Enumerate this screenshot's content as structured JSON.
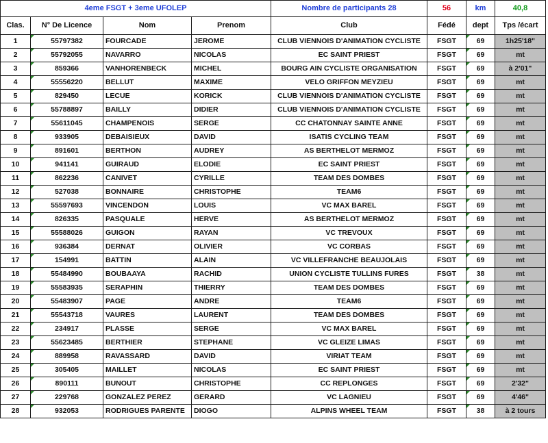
{
  "header": {
    "race": "4eme FSGT + 3eme UFOLEP",
    "participants": "Nombre de participants 28",
    "distance": "56",
    "unit": "km",
    "speed": "40,8"
  },
  "columns": [
    "Clas.",
    "N° De Licence",
    "Nom",
    "Prenom",
    "Club",
    "Fédé",
    "dept",
    "Tps /écart"
  ],
  "rows": [
    {
      "clas": "1",
      "licence": "55797382",
      "nom": "FOURCADE",
      "prenom": "JEROME",
      "club": "CLUB VIENNOIS D'ANIMATION CYCLISTE",
      "fede": "FSGT",
      "dept": "69",
      "temps": "1h25'18\"",
      "style": ""
    },
    {
      "clas": "2",
      "licence": "55792055",
      "nom": "NAVARRO",
      "prenom": "NICOLAS",
      "club": "EC SAINT PRIEST",
      "fede": "FSGT",
      "dept": "69",
      "temps": "mt",
      "style": ""
    },
    {
      "clas": "3",
      "licence": "859366",
      "nom": "VANHORENBECK",
      "prenom": "MICHEL",
      "club": "BOURG AIN CYCLISTE ORGANISATION",
      "fede": "FSGT",
      "dept": "69",
      "temps": "à 2'01\"",
      "style": ""
    },
    {
      "clas": "4",
      "licence": "55556220",
      "nom": "BELLUT",
      "prenom": "MAXIME",
      "club": "VELO GRIFFON MEYZIEU",
      "fede": "FSGT",
      "dept": "69",
      "temps": "mt",
      "style": ""
    },
    {
      "clas": "5",
      "licence": "829450",
      "nom": "LECUE",
      "prenom": "KORICK",
      "club": "CLUB VIENNOIS D'ANIMATION CYCLISTE",
      "fede": "FSGT",
      "dept": "69",
      "temps": "mt",
      "style": "thick"
    },
    {
      "clas": "6",
      "licence": "55788897",
      "nom": "BAILLY",
      "prenom": "DIDIER",
      "club": "CLUB VIENNOIS D'ANIMATION CYCLISTE",
      "fede": "FSGT",
      "dept": "69",
      "temps": "mt",
      "style": ""
    },
    {
      "clas": "7",
      "licence": "55611045",
      "nom": "CHAMPENOIS",
      "prenom": "SERGE",
      "club": "CC CHATONNAY SAINTE ANNE",
      "fede": "FSGT",
      "dept": "69",
      "temps": "mt",
      "style": ""
    },
    {
      "clas": "8",
      "licence": "933905",
      "nom": "DEBAISIEUX",
      "prenom": "DAVID",
      "club": "ISATIS CYCLING TEAM",
      "fede": "FSGT",
      "dept": "69",
      "temps": "mt",
      "style": ""
    },
    {
      "clas": "9",
      "licence": "891601",
      "nom": "BERTHON",
      "prenom": "AUDREY",
      "club": "AS BERTHELOT MERMOZ",
      "fede": "FSGT",
      "dept": "69",
      "temps": "mt",
      "style": "purple"
    },
    {
      "clas": "10",
      "licence": "941141",
      "nom": "GUIRAUD",
      "prenom": "ELODIE",
      "club": "EC SAINT PRIEST",
      "fede": "FSGT",
      "dept": "69",
      "temps": "mt",
      "style": "purple"
    },
    {
      "clas": "11",
      "licence": "862236",
      "nom": "CANIVET",
      "prenom": "CYRILLE",
      "club": "TEAM DES DOMBES",
      "fede": "FSGT",
      "dept": "69",
      "temps": "mt",
      "style": "orange"
    },
    {
      "clas": "12",
      "licence": "527038",
      "nom": "BONNAIRE",
      "prenom": "CHRISTOPHE",
      "club": "TEAM6",
      "fede": "FSGT",
      "dept": "69",
      "temps": "mt",
      "style": ""
    },
    {
      "clas": "13",
      "licence": "55597693",
      "nom": "VINCENDON",
      "prenom": "LOUIS",
      "club": "VC MAX BAREL",
      "fede": "FSGT",
      "dept": "69",
      "temps": "mt",
      "style": ""
    },
    {
      "clas": "14",
      "licence": "826335",
      "nom": "PASQUALE",
      "prenom": "HERVE",
      "club": "AS BERTHELOT MERMOZ",
      "fede": "FSGT",
      "dept": "69",
      "temps": "mt",
      "style": ""
    },
    {
      "clas": "15",
      "licence": "55588026",
      "nom": "GUIGON",
      "prenom": "RAYAN",
      "club": "VC TREVOUX",
      "fede": "FSGT",
      "dept": "69",
      "temps": "mt",
      "style": ""
    },
    {
      "clas": "16",
      "licence": "936384",
      "nom": "DERNAT",
      "prenom": "OLIVIER",
      "club": "VC CORBAS",
      "fede": "FSGT",
      "dept": "69",
      "temps": "mt",
      "style": ""
    },
    {
      "clas": "17",
      "licence": "154991",
      "nom": "BATTIN",
      "prenom": "ALAIN",
      "club": "VC VILLEFRANCHE BEAUJOLAIS",
      "fede": "FSGT",
      "dept": "69",
      "temps": "mt",
      "style": ""
    },
    {
      "clas": "18",
      "licence": "55484990",
      "nom": "BOUBAAYA",
      "prenom": "RACHID",
      "club": "UNION CYCLISTE TULLINS FURES",
      "fede": "FSGT",
      "dept": "38",
      "temps": "mt",
      "style": ""
    },
    {
      "clas": "19",
      "licence": "55583935",
      "nom": "SERAPHIN",
      "prenom": "THIERRY",
      "club": "TEAM DES DOMBES",
      "fede": "FSGT",
      "dept": "69",
      "temps": "mt",
      "style": "orange"
    },
    {
      "clas": "20",
      "licence": "55483907",
      "nom": "PAGE",
      "prenom": "ANDRE",
      "club": "TEAM6",
      "fede": "FSGT",
      "dept": "69",
      "temps": "mt",
      "style": ""
    },
    {
      "clas": "21",
      "licence": "55543718",
      "nom": "VAURES",
      "prenom": "LAURENT",
      "club": "TEAM DES DOMBES",
      "fede": "FSGT",
      "dept": "69",
      "temps": "mt",
      "style": "orange"
    },
    {
      "clas": "22",
      "licence": "234917",
      "nom": "PLASSE",
      "prenom": "SERGE",
      "club": "VC MAX BAREL",
      "fede": "FSGT",
      "dept": "69",
      "temps": "mt",
      "style": ""
    },
    {
      "clas": "23",
      "licence": "55623485",
      "nom": "BERTHIER",
      "prenom": "STEPHANE",
      "club": "VC GLEIZE LIMAS",
      "fede": "FSGT",
      "dept": "69",
      "temps": "mt",
      "style": ""
    },
    {
      "clas": "24",
      "licence": "889958",
      "nom": "RAVASSARD",
      "prenom": "DAVID",
      "club": "VIRIAT TEAM",
      "fede": "FSGT",
      "dept": "69",
      "temps": "mt",
      "style": ""
    },
    {
      "clas": "25",
      "licence": "305405",
      "nom": "MAILLET",
      "prenom": "NICOLAS",
      "club": "EC SAINT PRIEST",
      "fede": "FSGT",
      "dept": "69",
      "temps": "mt",
      "style": ""
    },
    {
      "clas": "26",
      "licence": "890111",
      "nom": "BUNOUT",
      "prenom": "CHRISTOPHE",
      "club": "CC REPLONGES",
      "fede": "FSGT",
      "dept": "69",
      "temps": "2'32\"",
      "style": ""
    },
    {
      "clas": "27",
      "licence": "229768",
      "nom": "GONZALEZ PEREZ",
      "prenom": "GERARD",
      "club": "VC LAGNIEU",
      "fede": "FSGT",
      "dept": "69",
      "temps": "4'46\"",
      "style": ""
    },
    {
      "clas": "28",
      "licence": "932053",
      "nom": "RODRIGUES PARENTE",
      "prenom": "DIOGO",
      "club": "ALPINS WHEEL TEAM",
      "fede": "FSGT",
      "dept": "38",
      "temps": "à 2 tours",
      "style": ""
    }
  ]
}
